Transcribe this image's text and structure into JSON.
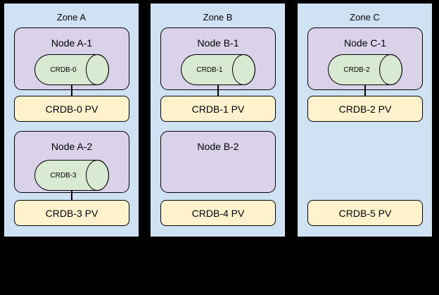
{
  "colors": {
    "bg": "#000000",
    "border": "#000000",
    "zone_fill": "#cfe2f3",
    "node_fill": "#d9d2e9",
    "disk_fill": "#d9ead3",
    "pv_fill": "#fff2cc"
  },
  "zones": [
    {
      "label": "Zone A",
      "nodes": [
        {
          "label": "Node A-1",
          "disk": "CRDB-0"
        },
        {
          "label": "Node A-2",
          "disk": "CRDB-3"
        }
      ],
      "pvs": [
        "CRDB-0 PV",
        "CRDB-3 PV"
      ]
    },
    {
      "label": "Zone B",
      "nodes": [
        {
          "label": "Node B-1",
          "disk": "CRDB-1"
        },
        {
          "label": "Node B-2"
        }
      ],
      "pvs": [
        "CRDB-1 PV",
        "CRDB-4 PV"
      ]
    },
    {
      "label": "Zone C",
      "nodes": [
        {
          "label": "Node C-1",
          "disk": "CRDB-2"
        }
      ],
      "pvs": [
        "CRDB-2 PV",
        "CRDB-5 PV"
      ]
    }
  ]
}
